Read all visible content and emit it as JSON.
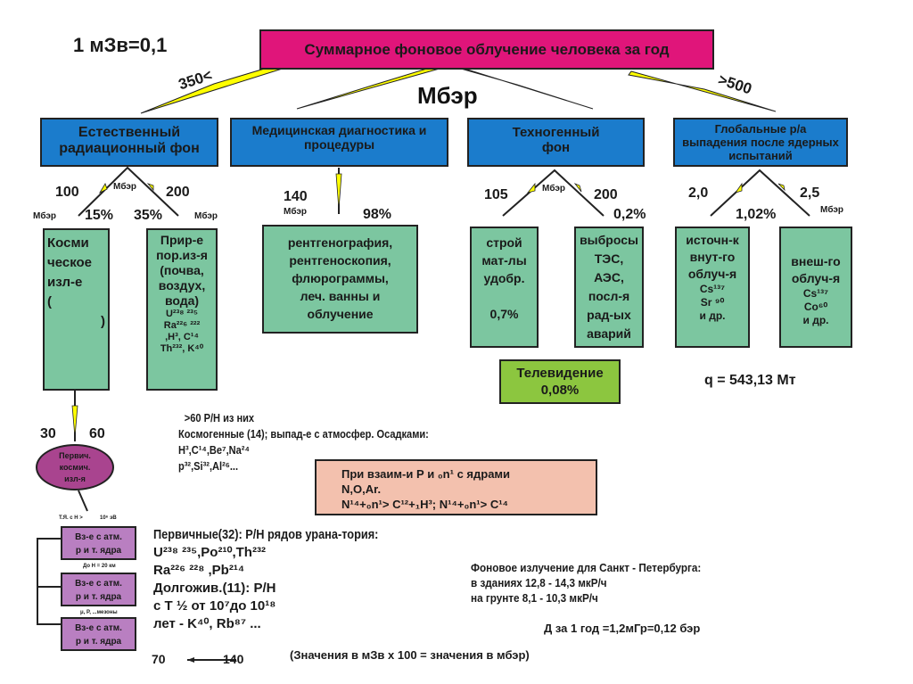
{
  "unit_note": "1 мЗв=0,1",
  "root": {
    "title": "Суммарное фоновое облучение человека за год",
    "unit": "Мбэр",
    "left_value": "350<",
    "right_value": ">500"
  },
  "categories": [
    {
      "title": "Естественный радиационный фон",
      "left_value": "100",
      "right_value": "200",
      "unit_mid": "Мбэр",
      "unit_left": "Мбэр",
      "unit_right": "Мбэр",
      "left_pct": "15%",
      "right_pct": "35%",
      "children": [
        {
          "lines": [
            "Косми",
            "ческое",
            "изл-е",
            "(",
            ")"
          ]
        },
        {
          "lines": [
            "Прир-е",
            "пор.из-я",
            "(почва,",
            "воздух,",
            "вода)",
            "U²³⁸ ²³⁵",
            "Ra²²⁶ ²²²",
            ",H³, C¹⁴",
            "Th²³², K⁴⁰"
          ]
        }
      ]
    },
    {
      "title": "Медицинская диагностика и процедуры",
      "value": "140",
      "unit": "Мбэр",
      "pct": "98%",
      "children": [
        {
          "lines": [
            "рентгенография,",
            "рентгеноскопия,",
            "флюрограммы,",
            "леч. ванны и",
            "облучение"
          ]
        }
      ]
    },
    {
      "title": "Техногенный фон",
      "left_value": "105",
      "right_value": "200",
      "unit_mid": "Мбэр",
      "right_pct": "0,2%",
      "children": [
        {
          "lines": [
            "строй",
            "мат-лы",
            "удобр.",
            "",
            "0,7%"
          ]
        },
        {
          "lines": [
            "выбросы",
            "ТЭС,",
            "АЭС,",
            "посл-я",
            "рад-ых",
            "аварий"
          ]
        }
      ],
      "extra": {
        "lines": [
          "Телевидение",
          "0,08%"
        ]
      }
    },
    {
      "title": "Глобальные р/а выпадения после ядерных испытаний",
      "left_value": "2,0",
      "right_value": "2,5",
      "unit_right": "Мбэр",
      "pct": "1,02%",
      "children": [
        {
          "lines": [
            "источн-к",
            "внут-го",
            "облуч-я",
            "Cs¹³⁷",
            "Sr ⁹⁰",
            "и др."
          ]
        },
        {
          "lines": [
            "внеш-го",
            "облуч-я",
            "Cs¹³⁷",
            "Co⁶⁰",
            "и др."
          ]
        }
      ],
      "note": "q = 543,13 Мт"
    }
  ],
  "cosmic": {
    "left_value": "30",
    "right_value": "60",
    "ellipse": [
      "Первич.",
      "космич.",
      "изл-я"
    ],
    "small_label_1": "Т.Я. с Н >",
    "small_label_2": "10⁶ эВ",
    "chain": [
      "Вз-е с атм.",
      "р и т. ядра"
    ],
    "between_1": "До Н = 20 км",
    "between_2": "μ, P, ...мезоны"
  },
  "cosmogenic": {
    "lines": [
      ">60 Р/Н из них",
      "Космогенные (14); выпад-е с атмосфер. Осадками:",
      "H³,C¹⁴,Be⁷,Na²⁴",
      "p³²,Si³²,Al²⁶..."
    ]
  },
  "interaction": {
    "lines": [
      "При взаим-и Р и ₀n¹ с ядрами",
      "N,O,Ar.",
      "N¹⁴+₀n¹> C¹²+₁H³; N¹⁴+₀n¹> C¹⁴"
    ]
  },
  "primary": {
    "lines": [
      "Первичные(32): Р/Н рядов урана-тория:",
      "U²³⁸ ²³⁵,Po²¹⁰,Th²³²",
      "Ra²²⁶ ²²⁸ ,Pb²¹⁴",
      "Долгожив.(11): Р/Н",
      "с Т ½ от 10⁷до 10¹⁸",
      "лет - K⁴⁰, Rb⁸⁷ ..."
    ]
  },
  "range": {
    "from": "70",
    "to": "140"
  },
  "spb": {
    "lines": [
      "Фоновое излучение для Санкт - Петербурга:",
      "в зданиях 12,8 - 14,3 мкР/ч",
      "на грунте 8,1 - 10,3 мкР/ч"
    ],
    "dose": "Д за 1 год =1,2мГр=0,12 бэр"
  },
  "footnote": "(Значения в мЗв х 100 = значения в мбэр)",
  "colors": {
    "root": "#e0157a",
    "category": "#1b7ccc",
    "leaf": "#7cc6a0",
    "tv": "#8cc63f",
    "interaction": "#f3c1ae",
    "cosmic": "#b97fc1",
    "arrow": "#ffff00"
  }
}
